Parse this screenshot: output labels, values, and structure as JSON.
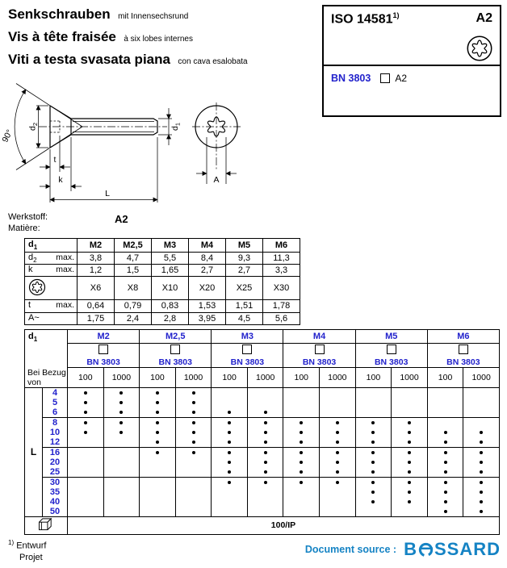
{
  "header": {
    "titles": [
      {
        "main": "Senkschrauben",
        "sub": "mit Innensechsrund"
      },
      {
        "main": "Vis à tête fraisée",
        "sub": "à six lobes internes"
      },
      {
        "main": "Viti a testa svasata piana",
        "sub": "con cava esalobata"
      }
    ],
    "standard": {
      "name": "ISO 14581",
      "footnote_ref": "1)",
      "material": "A2"
    },
    "part_number": {
      "label": "BN 3803",
      "option": "A2"
    }
  },
  "drawing": {
    "labels": {
      "angle": "90°",
      "d2_base": "d",
      "d2_sub": "2",
      "d1_base": "d",
      "d1_sub": "1",
      "t": "t",
      "k": "k",
      "L": "L",
      "A": "A"
    }
  },
  "material": {
    "label_de": "Werkstoff:",
    "label_fr": "Matière:",
    "value": "A2"
  },
  "dimensions_table": {
    "header": {
      "label_base": "d",
      "label_sub": "1",
      "sizes": [
        "M2",
        "M2,5",
        "M3",
        "M4",
        "M5",
        "M6"
      ]
    },
    "rows": [
      {
        "label_base": "d",
        "label_sub": "2",
        "qualifier": "max.",
        "values": [
          "3,8",
          "4,7",
          "5,5",
          "8,4",
          "9,3",
          "11,3"
        ]
      },
      {
        "label_base": "k",
        "label_sub": "",
        "qualifier": "max.",
        "values": [
          "1,2",
          "1,5",
          "1,65",
          "2,7",
          "2,7",
          "3,3"
        ]
      },
      {
        "label_base": "",
        "label_sub": "",
        "icon": "torx-icon",
        "qualifier": "",
        "values": [
          "X6",
          "X8",
          "X10",
          "X20",
          "X25",
          "X30"
        ]
      },
      {
        "label_base": "t",
        "label_sub": "",
        "qualifier": "max.",
        "values": [
          "0,64",
          "0,79",
          "0,83",
          "1,53",
          "1,51",
          "1,78"
        ]
      },
      {
        "label_base": "A~",
        "label_sub": "",
        "qualifier": "",
        "values": [
          "1,75",
          "2,4",
          "2,8",
          "3,95",
          "4,5",
          "5,6"
        ]
      }
    ]
  },
  "availability_table": {
    "d1_base": "d",
    "d1_sub": "1",
    "sizes": [
      "M2",
      "M2,5",
      "M3",
      "M4",
      "M5",
      "M6"
    ],
    "bn_label": "BN 3803",
    "order_row_label": "Bei Bezug von",
    "pack_labels": [
      "100",
      "1000"
    ],
    "length_label": "L",
    "group_breaks_before": [
      "8",
      "16",
      "30"
    ],
    "rows": [
      {
        "length": "4",
        "dots": [
          1,
          1,
          1,
          1,
          0,
          0,
          0,
          0,
          0,
          0,
          0,
          0
        ]
      },
      {
        "length": "5",
        "dots": [
          1,
          1,
          1,
          1,
          0,
          0,
          0,
          0,
          0,
          0,
          0,
          0
        ]
      },
      {
        "length": "6",
        "dots": [
          1,
          1,
          1,
          1,
          1,
          1,
          0,
          0,
          0,
          0,
          0,
          0
        ]
      },
      {
        "length": "8",
        "dots": [
          1,
          1,
          1,
          1,
          1,
          1,
          1,
          1,
          1,
          1,
          0,
          0
        ]
      },
      {
        "length": "10",
        "dots": [
          1,
          1,
          1,
          1,
          1,
          1,
          1,
          1,
          1,
          1,
          1,
          1
        ]
      },
      {
        "length": "12",
        "dots": [
          0,
          0,
          1,
          1,
          1,
          1,
          1,
          1,
          1,
          1,
          1,
          1
        ]
      },
      {
        "length": "16",
        "dots": [
          0,
          0,
          1,
          1,
          1,
          1,
          1,
          1,
          1,
          1,
          1,
          1
        ]
      },
      {
        "length": "20",
        "dots": [
          0,
          0,
          0,
          0,
          1,
          1,
          1,
          1,
          1,
          1,
          1,
          1
        ]
      },
      {
        "length": "25",
        "dots": [
          0,
          0,
          0,
          0,
          1,
          1,
          1,
          1,
          1,
          1,
          1,
          1
        ]
      },
      {
        "length": "30",
        "dots": [
          0,
          0,
          0,
          0,
          1,
          1,
          1,
          1,
          1,
          1,
          1,
          1
        ]
      },
      {
        "length": "35",
        "dots": [
          0,
          0,
          0,
          0,
          0,
          0,
          0,
          0,
          1,
          1,
          1,
          1
        ]
      },
      {
        "length": "40",
        "dots": [
          0,
          0,
          0,
          0,
          0,
          0,
          0,
          0,
          1,
          1,
          1,
          1
        ]
      },
      {
        "length": "50",
        "dots": [
          0,
          0,
          0,
          0,
          0,
          0,
          0,
          0,
          0,
          0,
          1,
          1
        ]
      }
    ],
    "footer_value": "100/IP"
  },
  "footnote": {
    "ref": "1)",
    "lines": [
      "Entwurf",
      "Projet"
    ]
  },
  "doc_source": {
    "label": "Document source :",
    "brand_pre": "B",
    "brand_post": "SSARD"
  },
  "colors": {
    "accent_blue": "#2222cc",
    "bossard_blue": "#1583c4"
  }
}
